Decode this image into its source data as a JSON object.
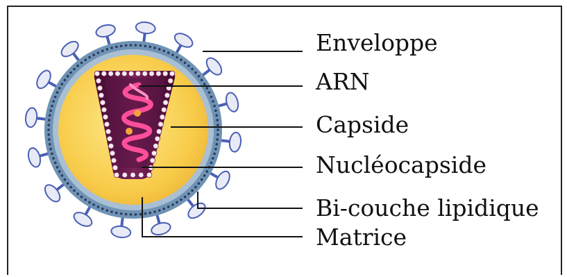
{
  "labels": [
    {
      "id": "enveloppe",
      "text": "Enveloppe"
    },
    {
      "id": "arn",
      "text": "ARN"
    },
    {
      "id": "capside",
      "text": "Capside"
    },
    {
      "id": "nucleocapside",
      "text": "Nucléocapside"
    },
    {
      "id": "bicouche",
      "text": "Bi-couche lipidique"
    },
    {
      "id": "matrice",
      "text": "Matrice"
    }
  ],
  "colors": {
    "glycoprotein_fill": "#e8eaf6",
    "glycoprotein_stroke": "#4a5fb5",
    "membrane_outer": "#6f93b5",
    "membrane_dots": "#2d3a5c",
    "matrix_band": "#a9bfd4",
    "core_yellow": "#f8cc4a",
    "core_yellow_light": "#fbe17a",
    "capsid_dark": "#4a0d36",
    "capsid_mid": "#7a2358",
    "capsid_bead": "#f4eaf2",
    "rna_pink": "#ff4f9a",
    "protein_orange": "#f5a43c",
    "leader_line": "#111111"
  }
}
